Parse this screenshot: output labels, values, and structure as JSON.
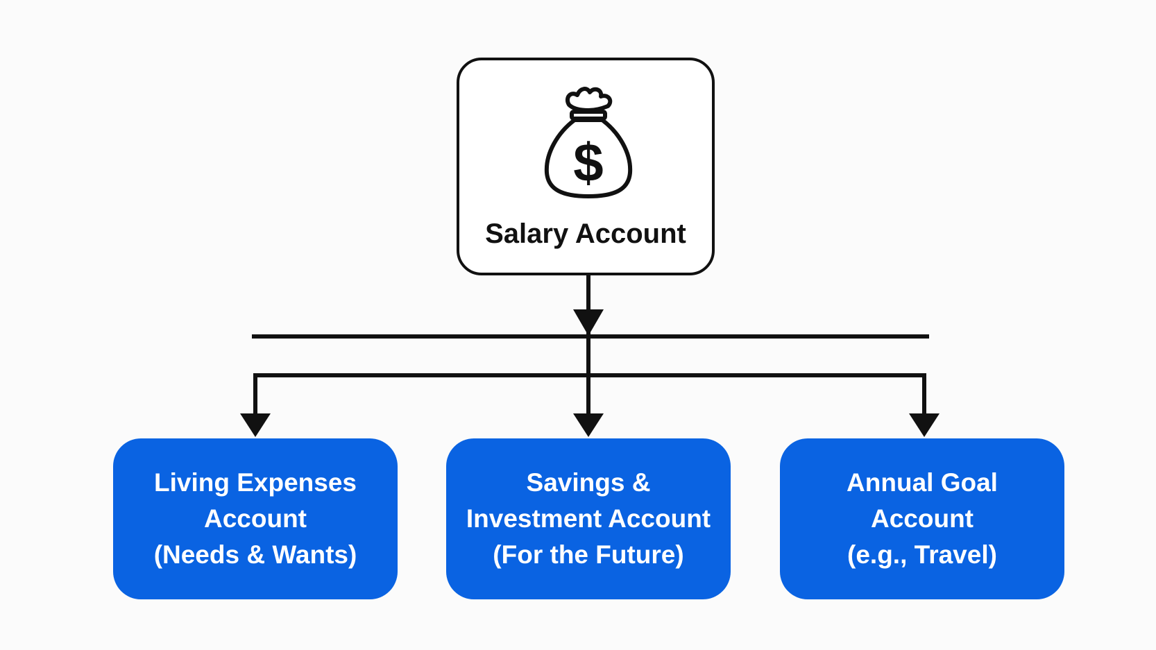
{
  "diagram": {
    "root": {
      "icon": "money-bag-dollar-icon",
      "label": "Salary Account"
    },
    "children": [
      {
        "lines": [
          "Living Expenses",
          "Account",
          "(Needs & Wants)"
        ]
      },
      {
        "lines": [
          "Savings &",
          "Investment Account",
          "(For the Future)"
        ]
      },
      {
        "lines": [
          "Annual Goal",
          "Account",
          "(e.g., Travel)"
        ]
      }
    ],
    "colors": {
      "background": "#fbfbfb",
      "root_fill": "#ffffff",
      "root_border": "#111111",
      "child_fill": "#0a63e2",
      "child_text": "#ffffff",
      "connector": "#111111"
    }
  }
}
